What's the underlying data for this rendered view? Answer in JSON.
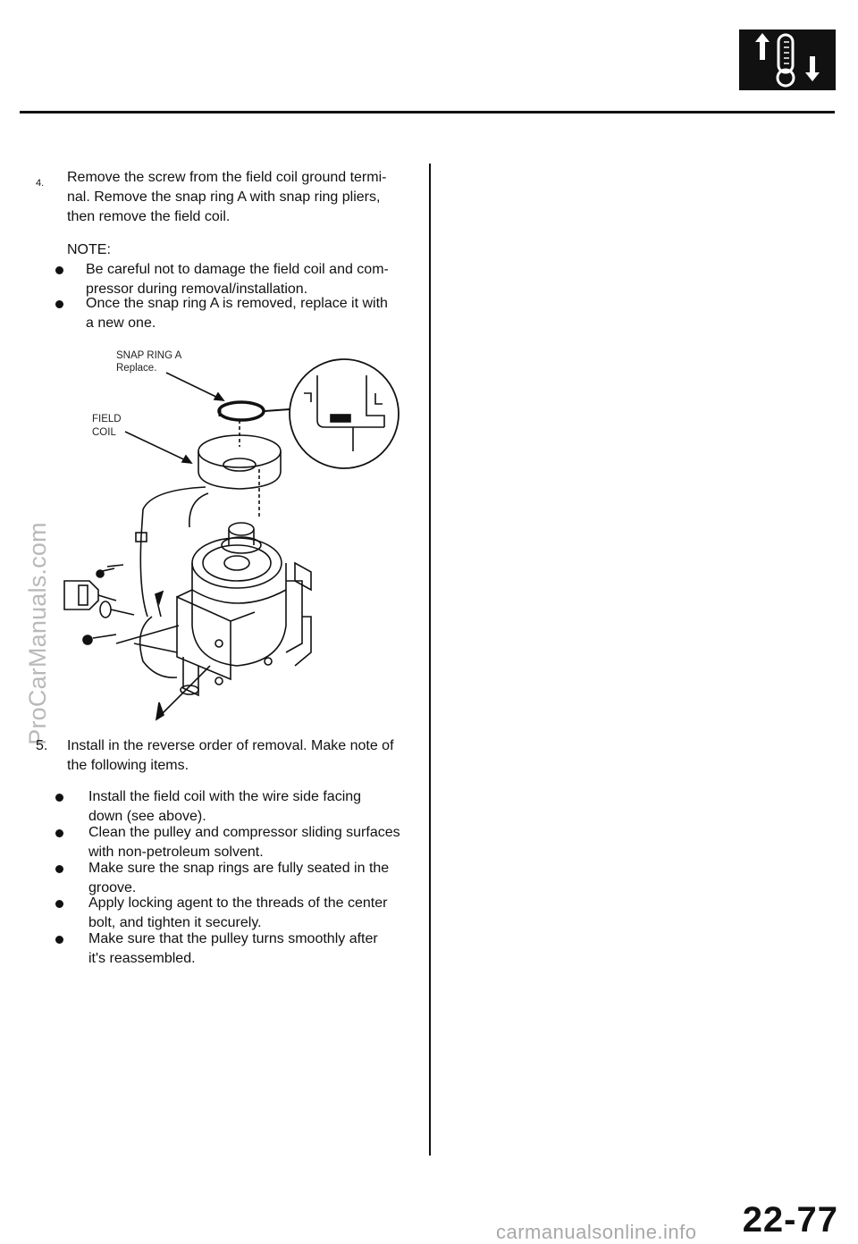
{
  "step4": {
    "number": "4.",
    "lines": [
      "Remove the screw from the field coil ground termi-",
      "nal. Remove the snap ring A with snap ring pliers,",
      "then remove the field coil."
    ]
  },
  "note": {
    "heading": "NOTE:",
    "bullets": [
      [
        "Be careful not to damage the field coil and com-",
        "pressor during removal/installation."
      ],
      [
        "Once the snap ring A is removed, replace it with",
        "a new one."
      ]
    ]
  },
  "figure": {
    "snap_ring_label": "SNAP RING A",
    "snap_ring_note": "Replace.",
    "field_label_1": "FIELD",
    "field_label_2": "COIL"
  },
  "step5": {
    "number": "5.",
    "lines": [
      "Install in the reverse order of removal. Make note of",
      "the following items."
    ],
    "bullets": [
      [
        "Install the field coil with the wire side facing",
        "down (see above)."
      ],
      [
        "Clean the pulley and compressor sliding surfaces",
        "with non-petroleum solvent."
      ],
      [
        "Make sure the snap rings are fully seated in the",
        "groove."
      ],
      [
        "Apply locking agent to the threads of the center",
        "bolt, and tighten it securely."
      ],
      [
        "Make sure that the pulley turns smoothly after",
        "it's reassembled."
      ]
    ]
  },
  "watermark": "ProCarManuals.com",
  "page_number": "22-77",
  "footer_watermark": "carmanualsonline.info",
  "colors": {
    "ink": "#111111",
    "watermark": "#b9b9b9"
  },
  "icon": "climate-control-arrows-thermometer-icon"
}
